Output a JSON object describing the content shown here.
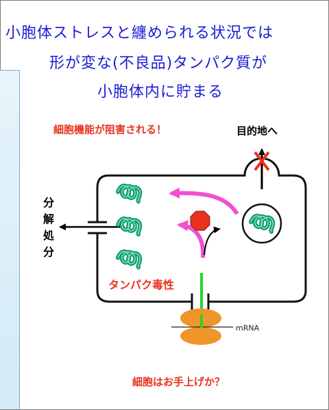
{
  "title": {
    "line1": "小胞体ストレスと纏められる状況では",
    "line2": "形が変な(不良品)タンパク質が",
    "line3": "小胞体内に貯まる"
  },
  "labels": {
    "function_blocked": "細胞機能が阻害される！",
    "destination": "目的地へ",
    "degradation": "分解処分",
    "protein_toxicity": "タンパク毒性",
    "mrna": "mRNA",
    "cell_give_up": "細胞はお手上げか？"
  },
  "colors": {
    "title_blue": "#1b1bd6",
    "warning_red": "#e8321e",
    "protein_green": "#0f9e6a",
    "arrow_magenta": "#f24fd1",
    "ribosome_orange": "#f0952a",
    "stop_red": "#e8321e"
  }
}
